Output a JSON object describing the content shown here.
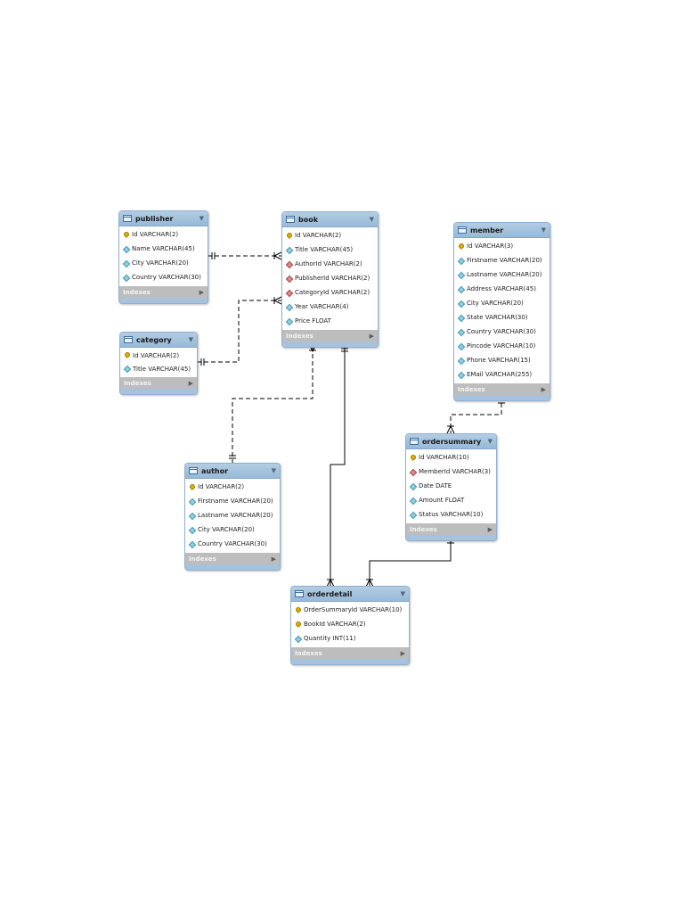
{
  "entities": {
    "publisher": {
      "title": "publisher",
      "columns": [
        {
          "text": "Id VARCHAR(2)",
          "kind": "pk"
        },
        {
          "text": "Name VARCHAR(45)",
          "kind": "attr"
        },
        {
          "text": "City VARCHAR(20)",
          "kind": "attr"
        },
        {
          "text": "Country VARCHAR(30)",
          "kind": "attr"
        }
      ],
      "indexes_label": "Indexes"
    },
    "book": {
      "title": "book",
      "columns": [
        {
          "text": "Id VARCHAR(2)",
          "kind": "pk"
        },
        {
          "text": "Title VARCHAR(45)",
          "kind": "attr"
        },
        {
          "text": "AuthorId VARCHAR(2)",
          "kind": "fk"
        },
        {
          "text": "PublisherId VARCHAR(2)",
          "kind": "fk"
        },
        {
          "text": "CategoryId VARCHAR(2)",
          "kind": "fk"
        },
        {
          "text": "Year VARCHAR(4)",
          "kind": "attr"
        },
        {
          "text": "Price FLOAT",
          "kind": "attr"
        }
      ],
      "indexes_label": "Indexes"
    },
    "member": {
      "title": "member",
      "columns": [
        {
          "text": "Id VARCHAR(3)",
          "kind": "pk"
        },
        {
          "text": "Firstname VARCHAR(20)",
          "kind": "attr"
        },
        {
          "text": "Lastname VARCHAR(20)",
          "kind": "attr"
        },
        {
          "text": "Address VARCHAR(45)",
          "kind": "attr"
        },
        {
          "text": "City VARCHAR(20)",
          "kind": "attr"
        },
        {
          "text": "State VARCHAR(30)",
          "kind": "attr"
        },
        {
          "text": "Country VARCHAR(30)",
          "kind": "attr"
        },
        {
          "text": "Pincode VARCHAR(10)",
          "kind": "attr"
        },
        {
          "text": "Phone VARCHAR(15)",
          "kind": "attr"
        },
        {
          "text": "EMail VARCHAR(255)",
          "kind": "attr"
        }
      ],
      "indexes_label": "Indexes"
    },
    "category": {
      "title": "category",
      "columns": [
        {
          "text": "Id VARCHAR(2)",
          "kind": "pk"
        },
        {
          "text": "Title VARCHAR(45)",
          "kind": "attr"
        }
      ],
      "indexes_label": "Indexes"
    },
    "author": {
      "title": "author",
      "columns": [
        {
          "text": "Id VARCHAR(2)",
          "kind": "pk"
        },
        {
          "text": "Firstname VARCHAR(20)",
          "kind": "attr"
        },
        {
          "text": "Lastname VARCHAR(20)",
          "kind": "attr"
        },
        {
          "text": "City VARCHAR(20)",
          "kind": "attr"
        },
        {
          "text": "Country VARCHAR(30)",
          "kind": "attr"
        }
      ],
      "indexes_label": "Indexes"
    },
    "ordersummary": {
      "title": "ordersummary",
      "columns": [
        {
          "text": "Id VARCHAR(10)",
          "kind": "pk"
        },
        {
          "text": "MemberId VARCHAR(3)",
          "kind": "fk"
        },
        {
          "text": "Date DATE",
          "kind": "attr"
        },
        {
          "text": "Amount FLOAT",
          "kind": "attr"
        },
        {
          "text": "Status VARCHAR(10)",
          "kind": "attr"
        }
      ],
      "indexes_label": "Indexes"
    },
    "orderdetail": {
      "title": "orderdetail",
      "columns": [
        {
          "text": "OrderSummaryId VARCHAR(10)",
          "kind": "pk"
        },
        {
          "text": "BookId VARCHAR(2)",
          "kind": "pk"
        },
        {
          "text": "Quantity INT(11)",
          "kind": "attr"
        }
      ],
      "indexes_label": "Indexes"
    }
  },
  "relationships": [
    {
      "from": "publisher",
      "to": "book",
      "identifying": false
    },
    {
      "from": "category",
      "to": "book",
      "identifying": false
    },
    {
      "from": "author",
      "to": "book",
      "identifying": false
    },
    {
      "from": "book",
      "to": "orderdetail",
      "identifying": true
    },
    {
      "from": "member",
      "to": "ordersummary",
      "identifying": false
    },
    {
      "from": "ordersummary",
      "to": "orderdetail",
      "identifying": true
    }
  ],
  "colors": {
    "header": "#a6c4e0",
    "border": "#8fb0cf",
    "indexes_band": "#bdbdbd",
    "line": "#000000"
  },
  "icons": {
    "table": "table-icon",
    "primary_key": "key-icon",
    "attribute": "diamond-icon",
    "foreign_key": "foreign-key-diamond-icon",
    "collapse": "triangle-down-icon",
    "expand": "triangle-right-icon"
  }
}
